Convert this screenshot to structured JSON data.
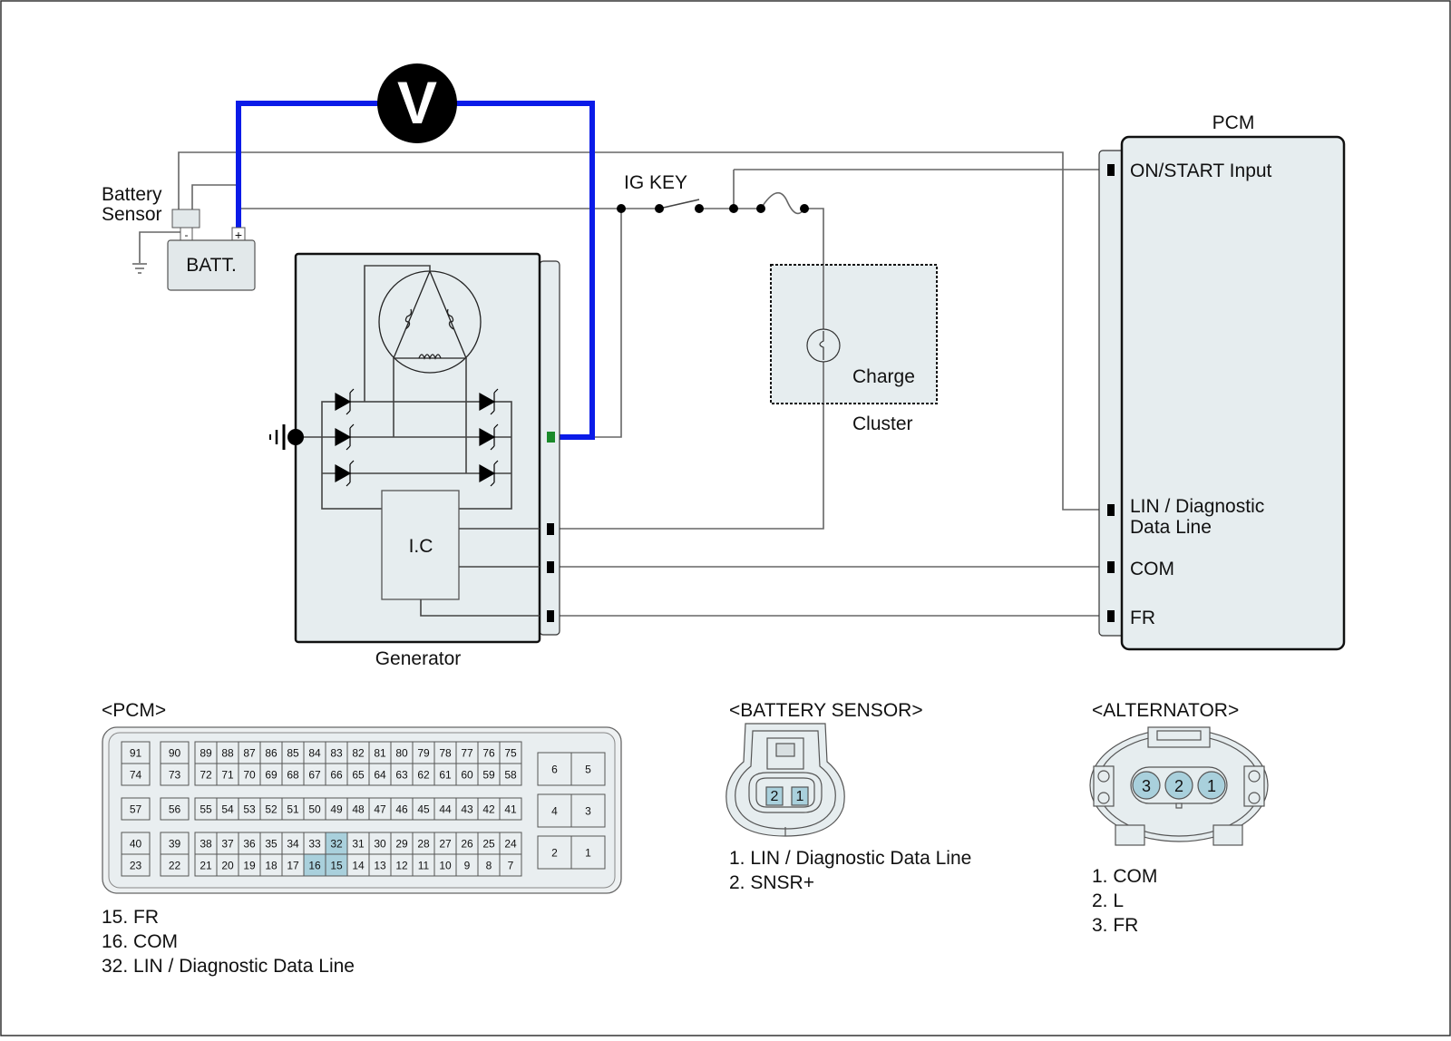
{
  "diagram": {
    "voltmeter": {
      "symbol": "V"
    },
    "battery": {
      "label": "BATT.",
      "neg_symbol": "-",
      "pos_symbol": "+"
    },
    "battery_sensor": {
      "label_line1": "Battery",
      "label_line2": "Sensor"
    },
    "ig_key": {
      "label": "IG KEY"
    },
    "cluster": {
      "label": "Cluster",
      "lamp_label": "Charge"
    },
    "generator": {
      "label": "Generator",
      "ic_label": "I.C"
    },
    "pcm": {
      "title": "PCM",
      "terminals": [
        {
          "id": "on_start",
          "line1": "ON/START Input",
          "line2": ""
        },
        {
          "id": "lin",
          "line1": "LIN / Diagnostic",
          "line2": "Data Line"
        },
        {
          "id": "com",
          "line1": "COM",
          "line2": ""
        },
        {
          "id": "fr",
          "line1": "FR",
          "line2": ""
        }
      ]
    },
    "colors": {
      "measurement_wire": "#0a1be8",
      "terminal_marker": "#1a8a2a",
      "highlight_pin": "#a9d0dc",
      "component_fill": "#e6edef"
    }
  },
  "connectors": {
    "pcm": {
      "title": "<PCM>",
      "rows": [
        [
          "91",
          "90",
          "89",
          "88",
          "87",
          "86",
          "85",
          "84",
          "83",
          "82",
          "81",
          "80",
          "79",
          "78",
          "77",
          "76",
          "75"
        ],
        [
          "74",
          "73",
          "72",
          "71",
          "70",
          "69",
          "68",
          "67",
          "66",
          "65",
          "64",
          "63",
          "62",
          "61",
          "60",
          "59",
          "58"
        ],
        [
          "57",
          "56",
          "55",
          "54",
          "53",
          "52",
          "51",
          "50",
          "49",
          "48",
          "47",
          "46",
          "45",
          "44",
          "43",
          "42",
          "41"
        ],
        [
          "40",
          "39",
          "38",
          "37",
          "36",
          "35",
          "34",
          "33",
          "32",
          "31",
          "30",
          "29",
          "28",
          "27",
          "26",
          "25",
          "24"
        ],
        [
          "23",
          "22",
          "21",
          "20",
          "19",
          "18",
          "17",
          "16",
          "15",
          "14",
          "13",
          "12",
          "11",
          "10",
          "9",
          "8",
          "7"
        ]
      ],
      "power_pins": [
        [
          "6",
          "5"
        ],
        [
          "4",
          "3"
        ],
        [
          "2",
          "1"
        ]
      ],
      "highlighted": [
        "15",
        "16",
        "32"
      ],
      "legend": [
        "15. FR",
        "16. COM",
        "32. LIN / Diagnostic Data Line"
      ]
    },
    "battery_sensor": {
      "title": "<BATTERY SENSOR>",
      "pins": [
        "2",
        "1"
      ],
      "legend": [
        "1. LIN / Diagnostic Data Line",
        "2. SNSR+"
      ]
    },
    "alternator": {
      "title": "<ALTERNATOR>",
      "pins": [
        "3",
        "2",
        "1"
      ],
      "legend": [
        "1. COM",
        "2. L",
        "3. FR"
      ]
    }
  }
}
